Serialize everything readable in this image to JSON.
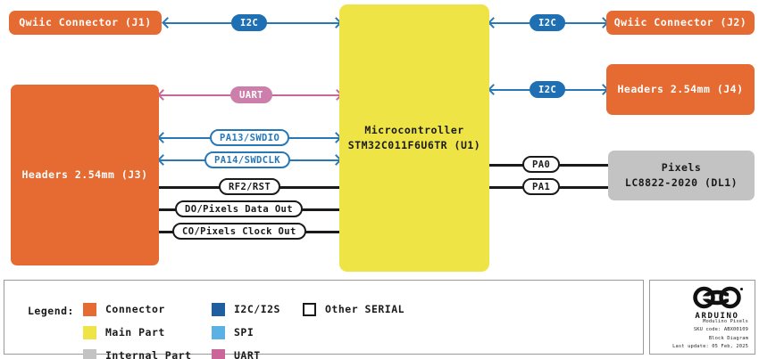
{
  "diagram": {
    "title": "Modulino Pixels Block Diagram",
    "blocks": {
      "j1": {
        "label": "Qwiic Connector (J1)",
        "type": "connector"
      },
      "j2": {
        "label": "Qwiic Connector (J2)",
        "type": "connector"
      },
      "j3": {
        "label": "Headers 2.54mm (J3)",
        "type": "connector"
      },
      "j4": {
        "label": "Headers 2.54mm (J4)",
        "type": "connector"
      },
      "mcu": {
        "label": "Microcontroller\nSTM32C011F6U6TR (U1)",
        "type": "main-part"
      },
      "pixels": {
        "label": "Pixels\nLC8822-2020 (DL1)",
        "type": "internal-part"
      }
    },
    "signals": {
      "i2c_j1": "I2C",
      "i2c_j2": "I2C",
      "i2c_j4": "I2C",
      "uart": "UART",
      "swdio": "PA13/SWDIO",
      "swdclk": "PA14/SWDCLK",
      "rst": "RF2/RST",
      "data_out": "DO/Pixels Data Out",
      "clock_out": "CO/Pixels Clock Out",
      "pa0": "PA0",
      "pa1": "PA1"
    }
  },
  "legend": {
    "title": "Legend:",
    "column1": [
      {
        "label": "Connector",
        "color": "#e56b32"
      },
      {
        "label": "Main Part",
        "color": "#efe446"
      },
      {
        "label": "Internal Part",
        "color": "#c3c3c3"
      }
    ],
    "column2": [
      {
        "label": "I2C/I2S",
        "color": "#1f5fa0"
      },
      {
        "label": "SPI",
        "color": "#5bb0e4"
      },
      {
        "label": "UART",
        "color": "#cc6699"
      }
    ],
    "column3": [
      {
        "label": "Other SERIAL",
        "color": "#ffffff"
      }
    ]
  },
  "brand": {
    "wordmark": "ARDUINO",
    "product": "Modulino Pixels",
    "sku": "SKU code: ABX00109",
    "doc_type": "Block Diagram",
    "updated": "Last update: 05 Feb, 2025"
  }
}
